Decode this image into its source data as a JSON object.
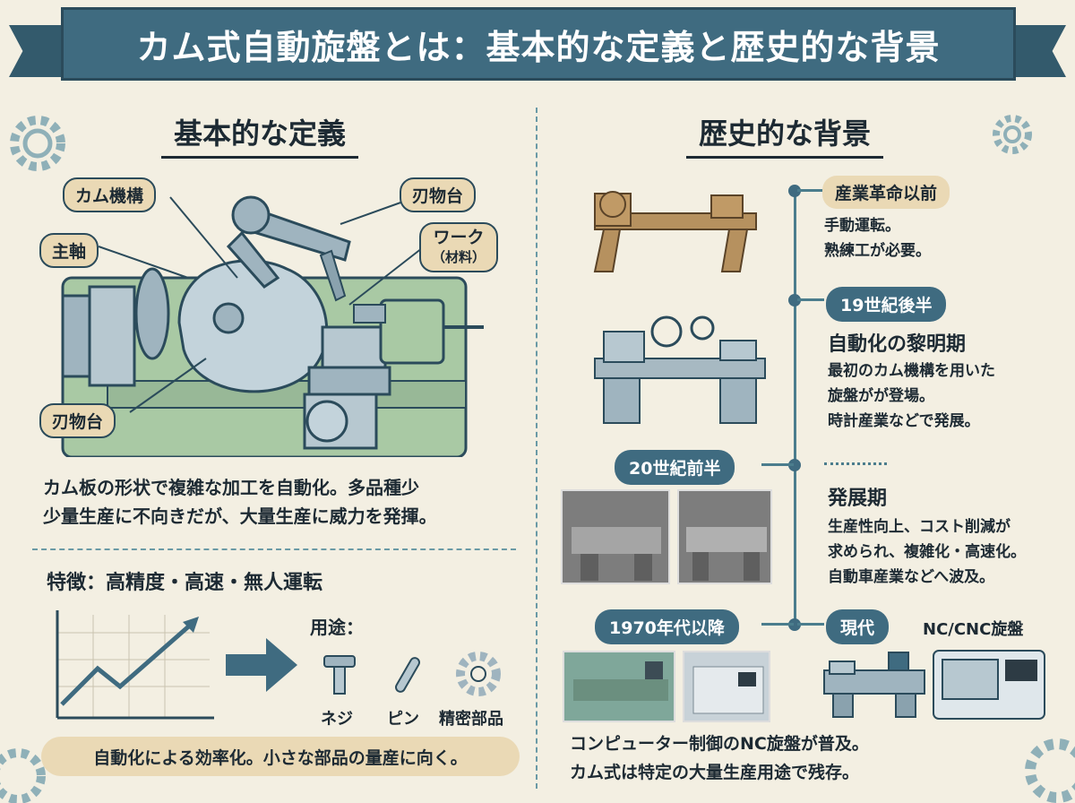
{
  "title": "カム式自動旋盤とは：基本的な定義と歴史的な背景",
  "left": {
    "heading": "基本的な定義",
    "labels": {
      "cam": "カム機構",
      "spindle": "主軸",
      "tool_post_top": "刃物台",
      "work": "ワーク",
      "work_sub": "（材料）",
      "tool_post_bottom": "刃物台"
    },
    "description": [
      "カム板の形状で複雑な加工を自動化。多品種少",
      "少量生産に不向きだが、大量生産に威力を発揮。"
    ],
    "features": "特徴：高精度・高速・無人運転",
    "uses_title": "用途：",
    "uses": [
      "ネジ",
      "ピン",
      "精密部品"
    ],
    "summary": "自動化による効率化。小さな部品の量産に向く。"
  },
  "right": {
    "heading": "歴史的な背景",
    "eras": [
      {
        "label": "産業革命以前",
        "lines": [
          "手動運転。",
          "熟練工が必要。"
        ]
      },
      {
        "label": "19世紀後半",
        "head": "自動化の黎明期",
        "lines": [
          "最初のカム機構を用いた",
          "旋盤がが登場。",
          "時計産業などで発展。"
        ]
      },
      {
        "label": "20世紀前半",
        "head": "発展期",
        "lines": [
          "生産性向上、コスト削減が",
          "求められ、複雑化・高速化。",
          "自動車産業などへ波及。"
        ]
      },
      {
        "label": "1970年代以降",
        "lines": [
          "コンピューター制御のNC旋盤が普及。",
          "カム式は特定の大量生産用途で残存。"
        ]
      },
      {
        "label": "現代",
        "caption": "NC/CNC旋盤"
      }
    ]
  },
  "colors": {
    "navy": "#3f6b80",
    "beige": "#ead9b5",
    "green": "#a9c9a4",
    "steel": "#9fb4bf",
    "background": "#f3efe2"
  }
}
